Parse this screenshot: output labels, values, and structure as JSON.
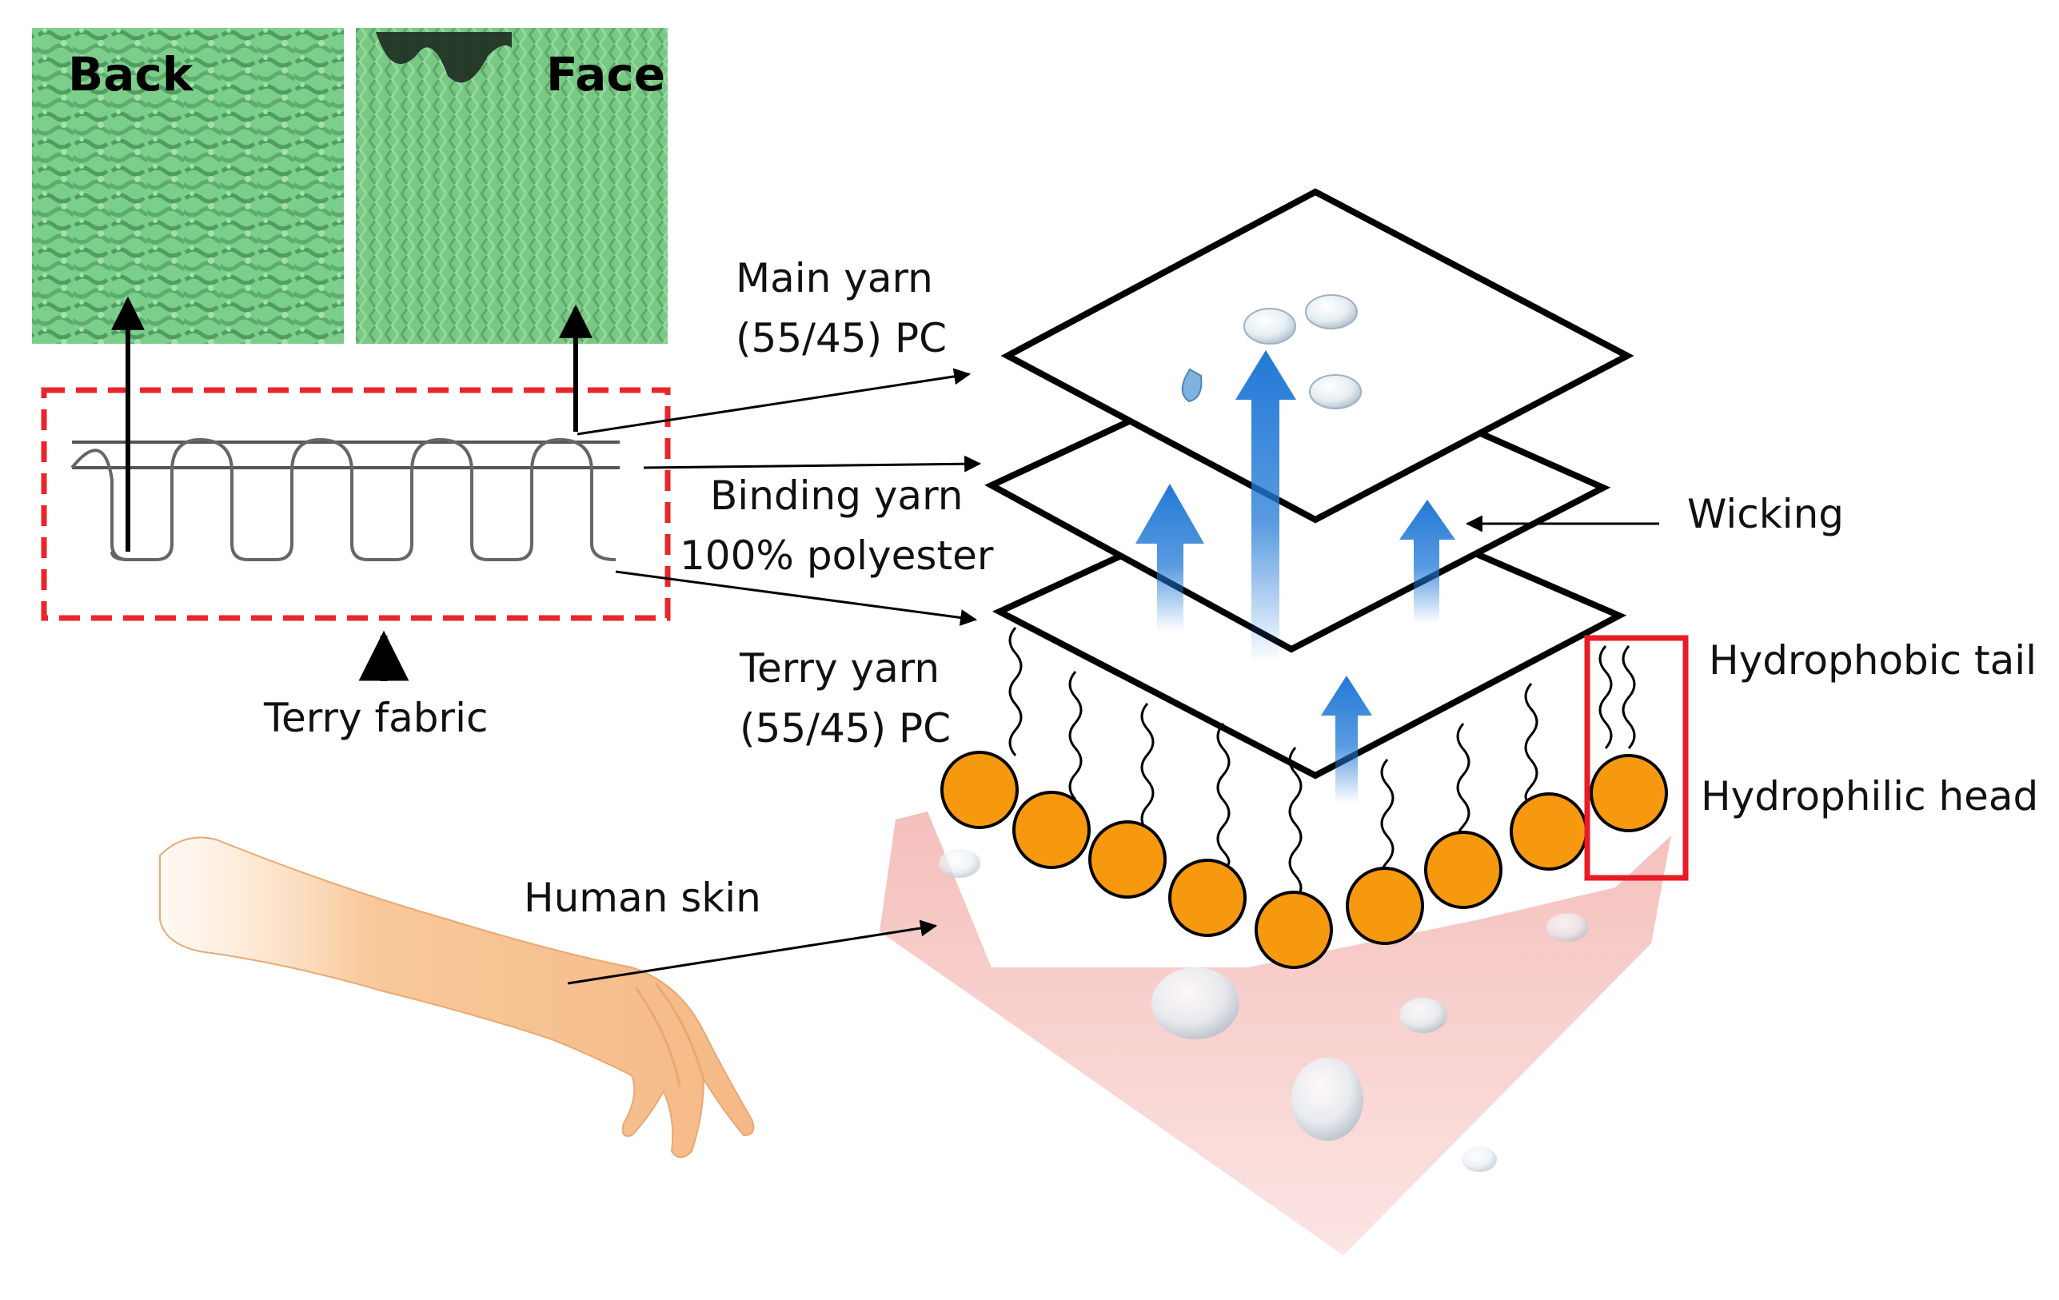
{
  "photos": {
    "back_label": "Back",
    "face_label": "Face",
    "fabric_color": "#7ccf8a"
  },
  "labels": {
    "main_yarn_line1": "Main yarn",
    "main_yarn_line2": "(55/45) PC",
    "binding_yarn_line1": "Binding yarn",
    "binding_yarn_line2": "100% polyester",
    "terry_yarn_line1": "Terry yarn",
    "terry_yarn_line2": "(55/45) PC",
    "terry_fabric": "Terry fabric",
    "wicking": "Wicking",
    "hydrophobic_tail": "Hydrophobic tail",
    "hydrophilic_head": "Hydrophilic head",
    "human_skin": "Human skin"
  },
  "colors": {
    "dashed_box": "#e8262b",
    "highlight_box": "#e81c24",
    "head": "#f7990f",
    "wicking_arrow": "#2279d6",
    "skin": "#f4c3c0",
    "arm": "#f8c99a"
  }
}
